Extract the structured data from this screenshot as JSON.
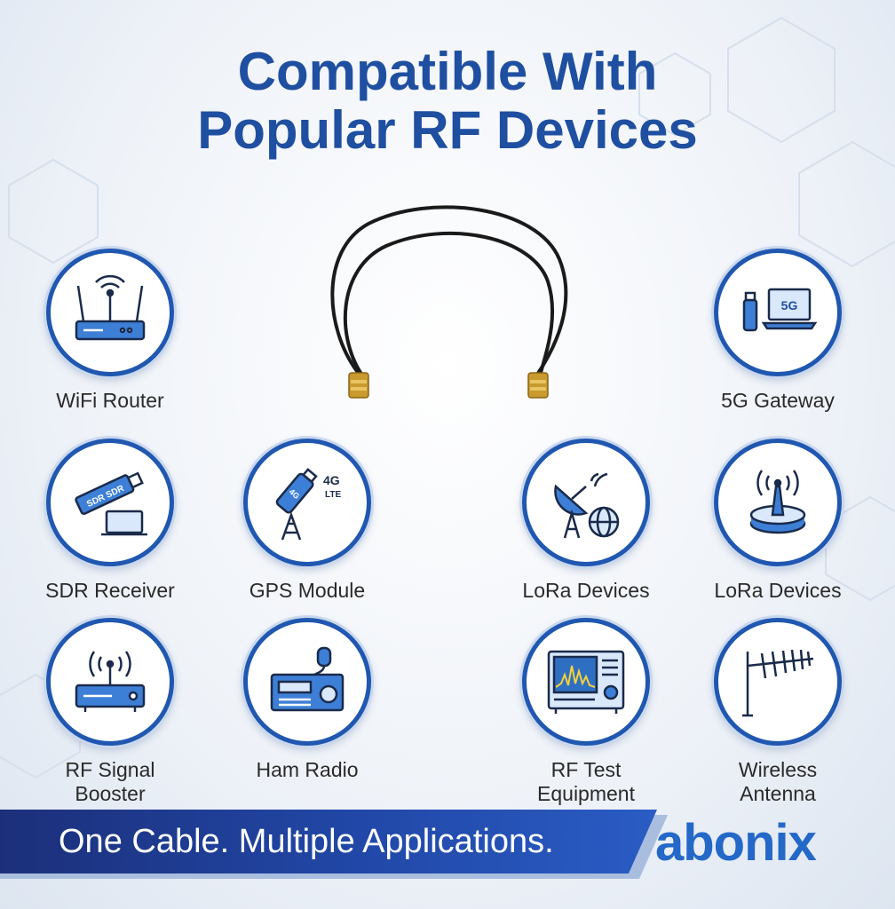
{
  "title_line1": "Compatible With",
  "title_line2": "Popular RF Devices",
  "colors": {
    "primary": "#1f4fa0",
    "banner": "#2148a8",
    "logo": "#2468c8"
  },
  "devices": [
    {
      "label": "WiFi Router",
      "icon": "wifi-router-icon"
    },
    {
      "label": "5G Gateway",
      "icon": "5g-gateway-icon",
      "icon_text": "5G"
    },
    {
      "label": "SDR Receiver",
      "icon": "sdr-receiver-icon",
      "icon_text": "SDR SDR"
    },
    {
      "label": "GPS Module",
      "icon": "4g-lte-dongle-icon",
      "icon_text_1": "4G",
      "icon_text_2": "LTE",
      "icon_text_3": "4G"
    },
    {
      "label": "LoRa Devices",
      "icon": "satellite-dish-globe-icon"
    },
    {
      "label": "LoRa Devices",
      "icon": "antenna-base-icon"
    },
    {
      "label_line1": "RF Signal",
      "label_line2": "Booster",
      "icon": "signal-booster-icon"
    },
    {
      "label": "Ham Radio",
      "icon": "ham-radio-icon"
    },
    {
      "label_line1": "RF Test",
      "label_line2": "Equipment",
      "icon": "rf-test-equipment-icon"
    },
    {
      "label_line1": "Wireless",
      "label_line2": "Antenna",
      "icon": "yagi-antenna-icon"
    }
  ],
  "banner_text": "One Cable. Multiple Applications.",
  "logo": "abonix"
}
